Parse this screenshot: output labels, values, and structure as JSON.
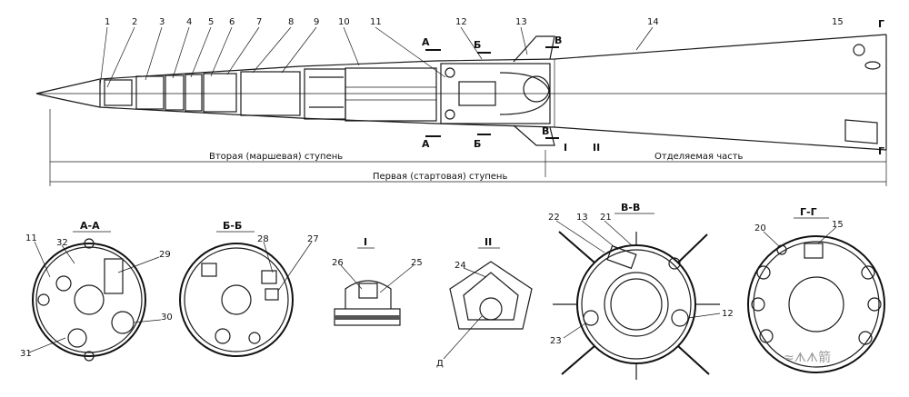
{
  "labels": {
    "n1": "1",
    "n2": "2",
    "n3": "3",
    "n4": "4",
    "n5": "5",
    "n6": "6",
    "n7": "7",
    "n8": "8",
    "n9": "9",
    "n10": "10",
    "n11": "11",
    "n12": "12",
    "n13": "13",
    "n14": "14",
    "n15": "15"
  },
  "section_marks": {
    "a": "А",
    "b": "Б",
    "v": "В",
    "g": "Г",
    "roman1": "I",
    "roman2": "II"
  },
  "stages": {
    "second": "Вторая (маршевая) ступень",
    "detachable": "Отделяемая часть",
    "first": "Первая (стартовая) ступень"
  },
  "sections": {
    "aa": {
      "title": "А-А",
      "labels": [
        "11",
        "32",
        "29",
        "30",
        "31"
      ]
    },
    "bb": {
      "title": "Б-Б",
      "labels": [
        "28",
        "27"
      ]
    },
    "i": {
      "title": "I",
      "labels": [
        "26",
        "25"
      ]
    },
    "ii": {
      "title": "II",
      "labels": [
        "24",
        "Д"
      ]
    },
    "vv": {
      "title": "В-В",
      "labels": [
        "22",
        "13",
        "21",
        "12",
        "23"
      ]
    },
    "gg": {
      "title": "Г-Г",
      "labels": [
        "20",
        "15"
      ]
    }
  },
  "watermark": "≈ᗑᗑ箭"
}
